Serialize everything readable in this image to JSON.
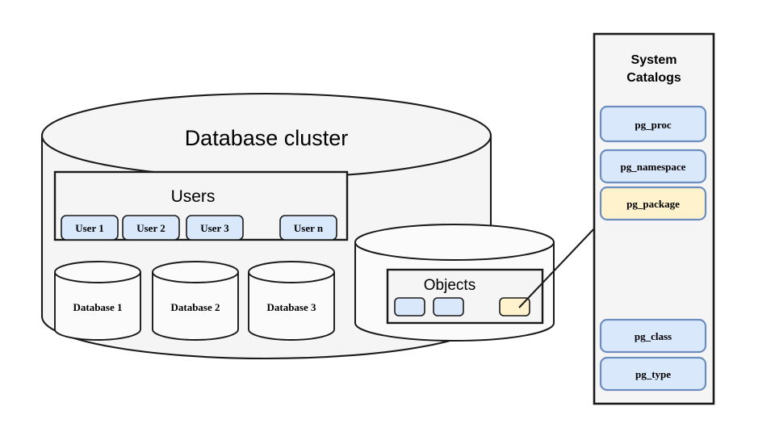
{
  "diagram": {
    "background_color": "#ffffff",
    "cluster": {
      "title": "Database  cluster",
      "users_group": {
        "title": "Users",
        "items": [
          {
            "label": "User 1"
          },
          {
            "label": "User 2"
          },
          {
            "label": "User 3"
          },
          {
            "label": "User n"
          }
        ]
      },
      "databases": [
        {
          "label": "Database 1"
        },
        {
          "label": "Database 2"
        },
        {
          "label": "Database 3"
        }
      ],
      "objects_cylinder": {
        "title": "Objects",
        "items": [
          {
            "label": "",
            "color": "#dae8fc"
          },
          {
            "label": "",
            "color": "#dae8fc"
          },
          {
            "label": "",
            "color": "#fff2cc"
          }
        ]
      }
    },
    "system_catalogs_panel": {
      "title_line1": "System",
      "title_line2": "Catalogs",
      "entries": [
        {
          "label": "pg_proc",
          "color": "#dae8fc"
        },
        {
          "label": "pg_namespace",
          "color": "#dae8fc"
        },
        {
          "label": "pg_package",
          "color": "#fff2cc"
        },
        {
          "label": "pg_class",
          "color": "#dae8fc"
        },
        {
          "label": "pg_type",
          "color": "#dae8fc"
        }
      ]
    },
    "connector": {
      "from": "objects-item-3",
      "to": "catalog-entry-pg-package",
      "style": "arrow"
    },
    "colors": {
      "fill_light_blue": "#dae8fc",
      "fill_light_yellow": "#fff2cc",
      "stroke_blue": "#6c8ebf",
      "stroke_dark": "#1a1a1a",
      "panel_fill": "#f5f5f5"
    }
  }
}
